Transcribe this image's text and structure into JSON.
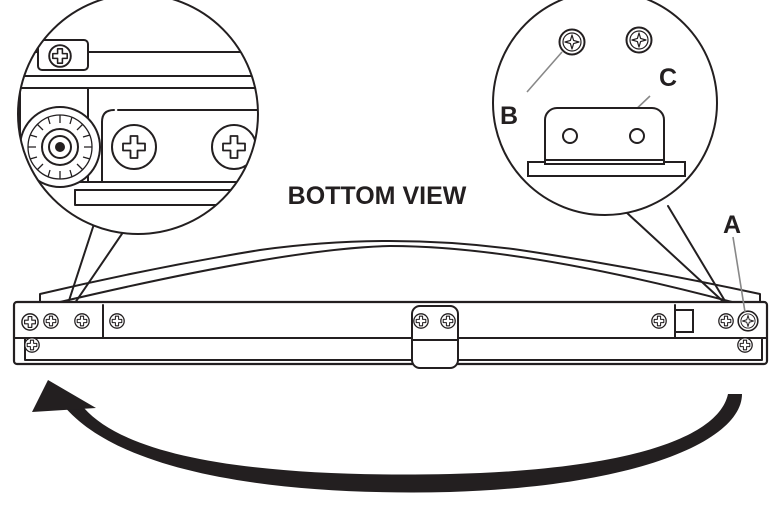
{
  "diagram": {
    "title": "BOTTOM VIEW",
    "labels": {
      "a": "A",
      "b": "B",
      "c": "C"
    }
  }
}
